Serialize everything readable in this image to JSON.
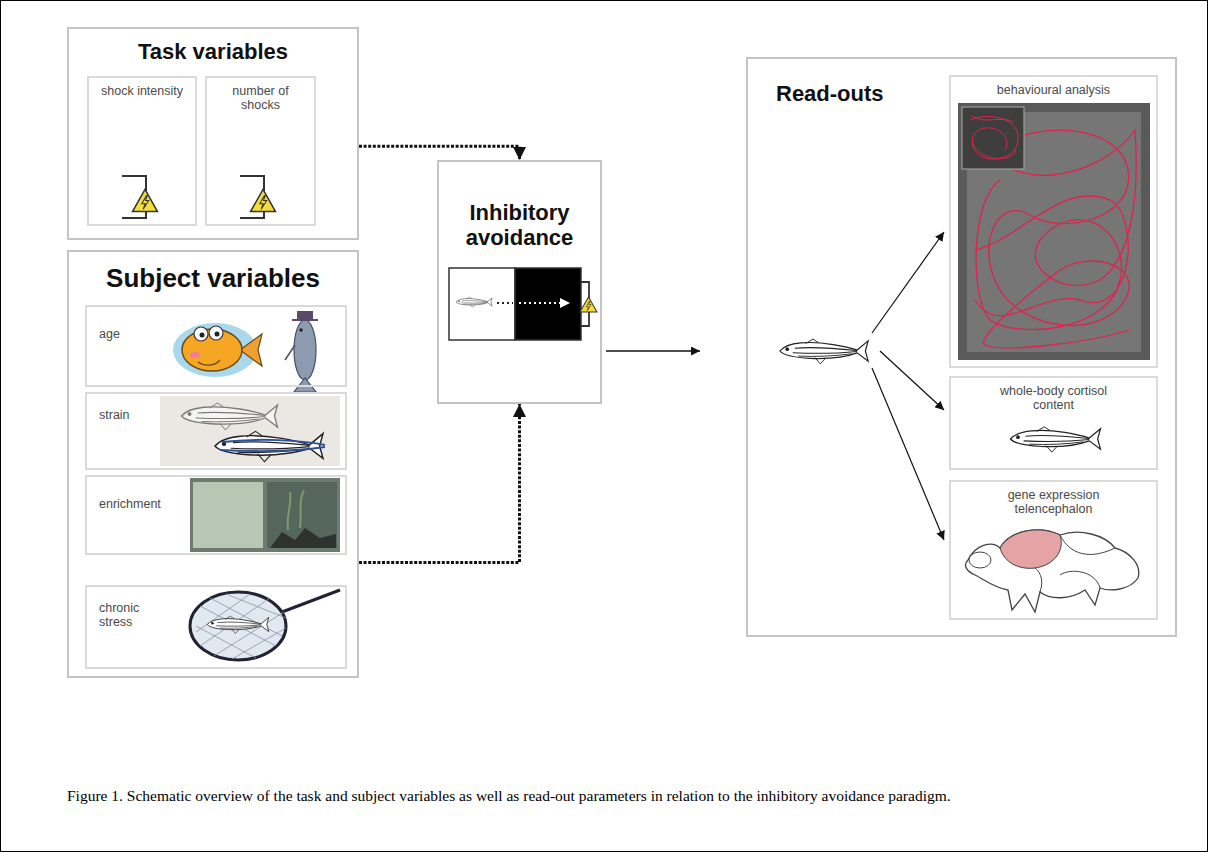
{
  "diagram": {
    "caption": "Figure 1. Schematic overview of the task and subject variables as well as read-out parameters in relation to the inhibitory avoidance paradigm.",
    "nodes": [
      {
        "text": [
          "Task variables"
        ]
      },
      {
        "text": [
          "shock intensity"
        ],
        "in": 0
      },
      {
        "text": [
          "number of shocks"
        ],
        "in": 0
      },
      {
        "text": [
          "Subject variables"
        ]
      },
      {
        "text": [
          "age"
        ],
        "in": 3
      },
      {
        "text": [
          "strain"
        ],
        "in": 3
      },
      {
        "text": [
          "enrichment"
        ],
        "in": 3
      },
      {
        "text": [
          "chronic stress"
        ],
        "in": 3
      },
      {
        "text": [
          "Inhibitory avoidance"
        ]
      },
      {
        "text": [
          "Read-outs"
        ]
      },
      {
        "text": [
          "behavioural analysis"
        ],
        "in": 9
      },
      {
        "text": [
          "whole-body cortisol content"
        ],
        "in": 9
      },
      {
        "text": [
          "gene expression telencephalon"
        ],
        "in": 9
      }
    ],
    "edges": [
      {
        "from": 0,
        "to": 8,
        "arrow": "to"
      },
      {
        "from": 3,
        "to": 8,
        "arrow": "to"
      }
    ]
  }
}
